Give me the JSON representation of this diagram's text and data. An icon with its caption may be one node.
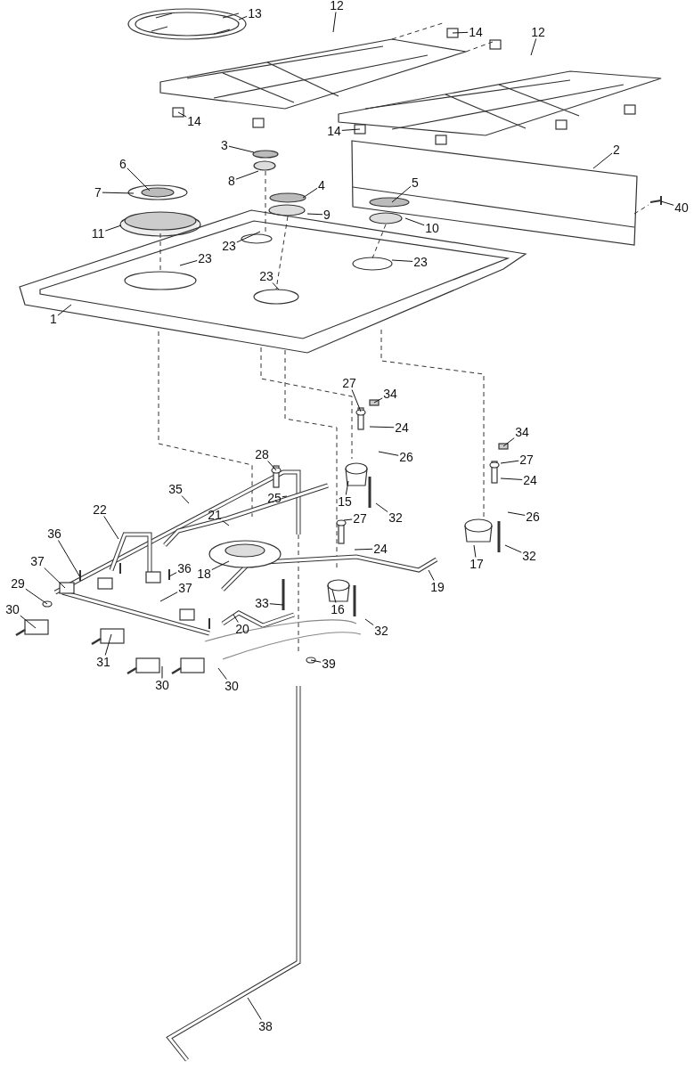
{
  "diagram": {
    "nodes": [
      {
        "text": [
          "13"
        ]
      },
      {
        "text": [
          "12"
        ]
      },
      {
        "text": [
          "14"
        ]
      },
      {
        "text": [
          "12"
        ]
      },
      {
        "text": [
          "14"
        ]
      },
      {
        "text": [
          "14"
        ]
      },
      {
        "text": [
          "2"
        ]
      },
      {
        "text": [
          "3"
        ]
      },
      {
        "text": [
          "6"
        ]
      },
      {
        "text": [
          "8"
        ]
      },
      {
        "text": [
          "4"
        ]
      },
      {
        "text": [
          "5"
        ]
      },
      {
        "text": [
          "7"
        ]
      },
      {
        "text": [
          "9"
        ]
      },
      {
        "text": [
          "40"
        ]
      },
      {
        "text": [
          "10"
        ]
      },
      {
        "text": [
          "11"
        ]
      },
      {
        "text": [
          "23"
        ]
      },
      {
        "text": [
          "23"
        ]
      },
      {
        "text": [
          "23"
        ]
      },
      {
        "text": [
          "23"
        ]
      },
      {
        "text": [
          "1"
        ]
      },
      {
        "text": [
          "27"
        ]
      },
      {
        "text": [
          "34"
        ]
      },
      {
        "text": [
          "24"
        ]
      },
      {
        "text": [
          "26"
        ]
      },
      {
        "text": [
          "28"
        ]
      },
      {
        "text": [
          "35"
        ]
      },
      {
        "text": [
          "15"
        ]
      },
      {
        "text": [
          "34"
        ]
      },
      {
        "text": [
          "27"
        ]
      },
      {
        "text": [
          "24"
        ]
      },
      {
        "text": [
          "26"
        ]
      },
      {
        "text": [
          "32"
        ]
      },
      {
        "text": [
          "25"
        ]
      },
      {
        "text": [
          "22"
        ]
      },
      {
        "text": [
          "21"
        ]
      },
      {
        "text": [
          "27"
        ]
      },
      {
        "text": [
          "24"
        ]
      },
      {
        "text": [
          "36"
        ]
      },
      {
        "text": [
          "36"
        ]
      },
      {
        "text": [
          "18"
        ]
      },
      {
        "text": [
          "17"
        ]
      },
      {
        "text": [
          "32"
        ]
      },
      {
        "text": [
          "37"
        ]
      },
      {
        "text": [
          "37"
        ]
      },
      {
        "text": [
          "19"
        ]
      },
      {
        "text": [
          "29"
        ]
      },
      {
        "text": [
          "33"
        ]
      },
      {
        "text": [
          "16"
        ]
      },
      {
        "text": [
          "30"
        ]
      },
      {
        "text": [
          "20"
        ]
      },
      {
        "text": [
          "32"
        ]
      },
      {
        "text": [
          "39"
        ]
      },
      {
        "text": [
          "31"
        ]
      },
      {
        "text": [
          "30"
        ]
      },
      {
        "text": [
          "30"
        ]
      },
      {
        "text": [
          "38"
        ]
      }
    ],
    "edges": [
      {
        "from": 0,
        "to": null,
        "arrow": "none"
      },
      {
        "from": 1,
        "to": null,
        "arrow": "none"
      },
      {
        "from": 2,
        "to": null,
        "arrow": "none"
      },
      {
        "from": 3,
        "to": null,
        "arrow": "none"
      },
      {
        "from": 4,
        "to": null,
        "arrow": "none"
      },
      {
        "from": 5,
        "to": null,
        "arrow": "none"
      },
      {
        "from": 6,
        "to": null,
        "arrow": "none"
      },
      {
        "from": 7,
        "to": null,
        "arrow": "none"
      },
      {
        "from": 8,
        "to": null,
        "arrow": "none"
      },
      {
        "from": 9,
        "to": null,
        "arrow": "none"
      },
      {
        "from": 10,
        "to": null,
        "arrow": "none"
      },
      {
        "from": 11,
        "to": null,
        "arrow": "none"
      },
      {
        "from": 12,
        "to": null,
        "arrow": "none"
      },
      {
        "from": 13,
        "to": null,
        "arrow": "none"
      },
      {
        "from": 14,
        "to": null,
        "arrow": "none"
      },
      {
        "from": 15,
        "to": null,
        "arrow": "none"
      },
      {
        "from": 16,
        "to": null,
        "arrow": "none"
      },
      {
        "from": 17,
        "to": null,
        "arrow": "none"
      },
      {
        "from": 18,
        "to": null,
        "arrow": "none"
      },
      {
        "from": 19,
        "to": null,
        "arrow": "none"
      },
      {
        "from": 20,
        "to": null,
        "arrow": "none"
      },
      {
        "from": 21,
        "to": null,
        "arrow": "none"
      },
      {
        "from": 22,
        "to": null,
        "arrow": "none"
      },
      {
        "from": 23,
        "to": null,
        "arrow": "none"
      },
      {
        "from": 24,
        "to": null,
        "arrow": "none"
      },
      {
        "from": 25,
        "to": null,
        "arrow": "none"
      },
      {
        "from": 26,
        "to": null,
        "arrow": "none"
      },
      {
        "from": 27,
        "to": null,
        "arrow": "none"
      },
      {
        "from": 28,
        "to": null,
        "arrow": "none"
      },
      {
        "from": 29,
        "to": null,
        "arrow": "none"
      },
      {
        "from": 30,
        "to": null,
        "arrow": "none"
      },
      {
        "from": 31,
        "to": null,
        "arrow": "none"
      },
      {
        "from": 32,
        "to": null,
        "arrow": "none"
      },
      {
        "from": 33,
        "to": null,
        "arrow": "none"
      },
      {
        "from": 34,
        "to": null,
        "arrow": "none"
      },
      {
        "from": 35,
        "to": null,
        "arrow": "none"
      },
      {
        "from": 36,
        "to": null,
        "arrow": "none"
      },
      {
        "from": 37,
        "to": null,
        "arrow": "none"
      },
      {
        "from": 38,
        "to": null,
        "arrow": "none"
      },
      {
        "from": 39,
        "to": null,
        "arrow": "none"
      },
      {
        "from": 40,
        "to": null,
        "arrow": "none"
      },
      {
        "from": 41,
        "to": null,
        "arrow": "none"
      },
      {
        "from": 42,
        "to": null,
        "arrow": "none"
      },
      {
        "from": 43,
        "to": null,
        "arrow": "none"
      },
      {
        "from": 44,
        "to": null,
        "arrow": "none"
      },
      {
        "from": 45,
        "to": null,
        "arrow": "none"
      },
      {
        "from": 46,
        "to": null,
        "arrow": "none"
      },
      {
        "from": 47,
        "to": null,
        "arrow": "none"
      },
      {
        "from": 48,
        "to": null,
        "arrow": "none"
      },
      {
        "from": 49,
        "to": null,
        "arrow": "none"
      },
      {
        "from": 50,
        "to": null,
        "arrow": "none"
      },
      {
        "from": 51,
        "to": null,
        "arrow": "none"
      },
      {
        "from": 52,
        "to": null,
        "arrow": "none"
      },
      {
        "from": 53,
        "to": null,
        "arrow": "none"
      },
      {
        "from": 54,
        "to": null,
        "arrow": "none"
      },
      {
        "from": 55,
        "to": null,
        "arrow": "none"
      },
      {
        "from": 56,
        "to": null,
        "arrow": "none"
      },
      {
        "from": 57,
        "to": null,
        "arrow": "none"
      }
    ]
  }
}
